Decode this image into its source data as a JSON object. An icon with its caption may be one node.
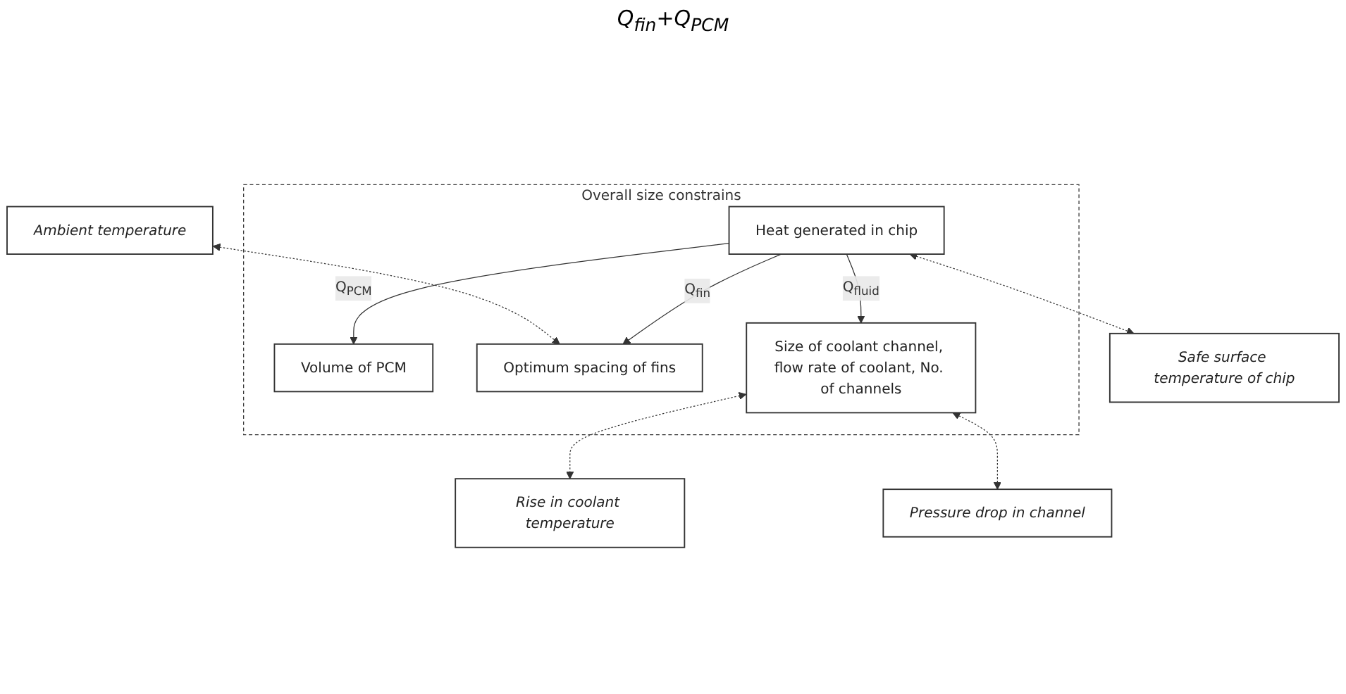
{
  "diagram": {
    "nodes": [
      {
        "text": [
          "Overall size constrains"
        ]
      },
      {
        "text": [
          "Heat generated in chip"
        ],
        "in": 0
      },
      {
        "text": [
          "Volume of PCM"
        ],
        "in": 0
      },
      {
        "text": [
          "Optimum spacing of fins"
        ],
        "in": 0
      },
      {
        "text": [
          "Size of coolant channel, flow rate of coolant, No. of channels"
        ],
        "in": 0
      },
      {
        "text": [
          "Safe surface temperature of chip"
        ]
      },
      {
        "text": [
          "Ambient temperature"
        ]
      },
      {
        "text": [
          "Rise in coolant temperature"
        ]
      },
      {
        "text": [
          "Pressure drop in channel"
        ]
      }
    ],
    "edges": [
      {
        "from": 1,
        "to": 5,
        "arrow": "both",
        "style": "dashed"
      },
      {
        "from": 1,
        "to": 3,
        "arrow": "to",
        "label": "Q$_{fin}$"
      },
      {
        "from": 1,
        "to": 2,
        "arrow": "to",
        "label": "Q$_{PCM}$"
      },
      {
        "from": 1,
        "to": 4,
        "arrow": "to",
        "label": "Q$_{fluid}$"
      },
      {
        "from": 6,
        "to": 3,
        "arrow": "both",
        "style": "dashed"
      },
      {
        "from": 4,
        "to": 7,
        "arrow": "both",
        "style": "dashed"
      },
      {
        "from": 4,
        "to": 8,
        "arrow": "both",
        "style": "dashed"
      }
    ],
    "labels": [
      "Q$_{fin}$+Q$_{PCM}$"
    ]
  }
}
